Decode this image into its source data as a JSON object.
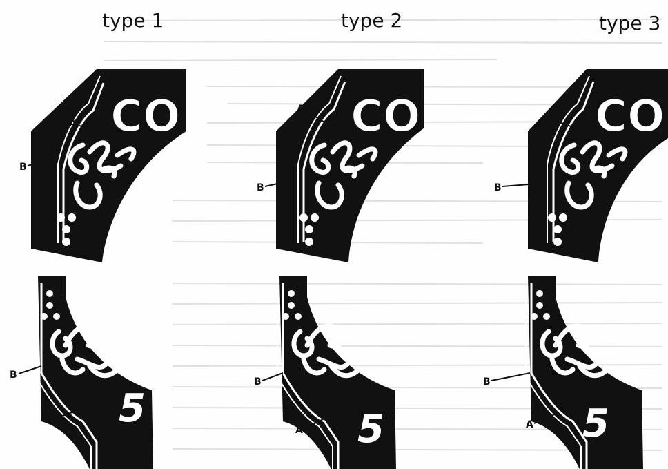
{
  "headings": {
    "type_1": "type 1",
    "type_2": "type 2",
    "type_3": "type 3"
  },
  "labels": {
    "a": "A",
    "b": "B",
    "co": "CO",
    "five": "5"
  },
  "colors": {
    "ink": "#111111",
    "paper": "#fefefe",
    "scan_text": "#9a9a9a"
  }
}
